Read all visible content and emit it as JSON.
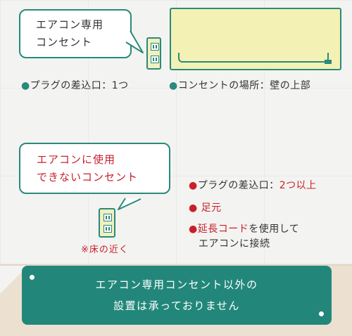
{
  "top": {
    "bubble_line1": "エアコン専用",
    "bubble_line2": "コンセント",
    "plug_label": "プラグの差込口：",
    "plug_value": "1つ",
    "location_label": "コンセントの場所：",
    "location_value": "壁の上部"
  },
  "bottom": {
    "bubble_line1": "エアコンに使用",
    "bubble_line2": "できないコンセント",
    "outlet_note": "※床の近く",
    "items": [
      {
        "label": "プラグの差込口：",
        "value": "2つ以上"
      },
      {
        "label": "足元",
        "value": ""
      },
      {
        "label": "延長コード",
        "value": "を使用して"
      },
      {
        "label": "エアコンに接続",
        "value": ""
      }
    ]
  },
  "banner": {
    "line1": "エアコン専用コンセント以外の",
    "line2": "設置は承っておりません"
  },
  "colors": {
    "accent": "#22877a",
    "warning": "#c8202b",
    "ac_body": "#f4f1b4"
  }
}
